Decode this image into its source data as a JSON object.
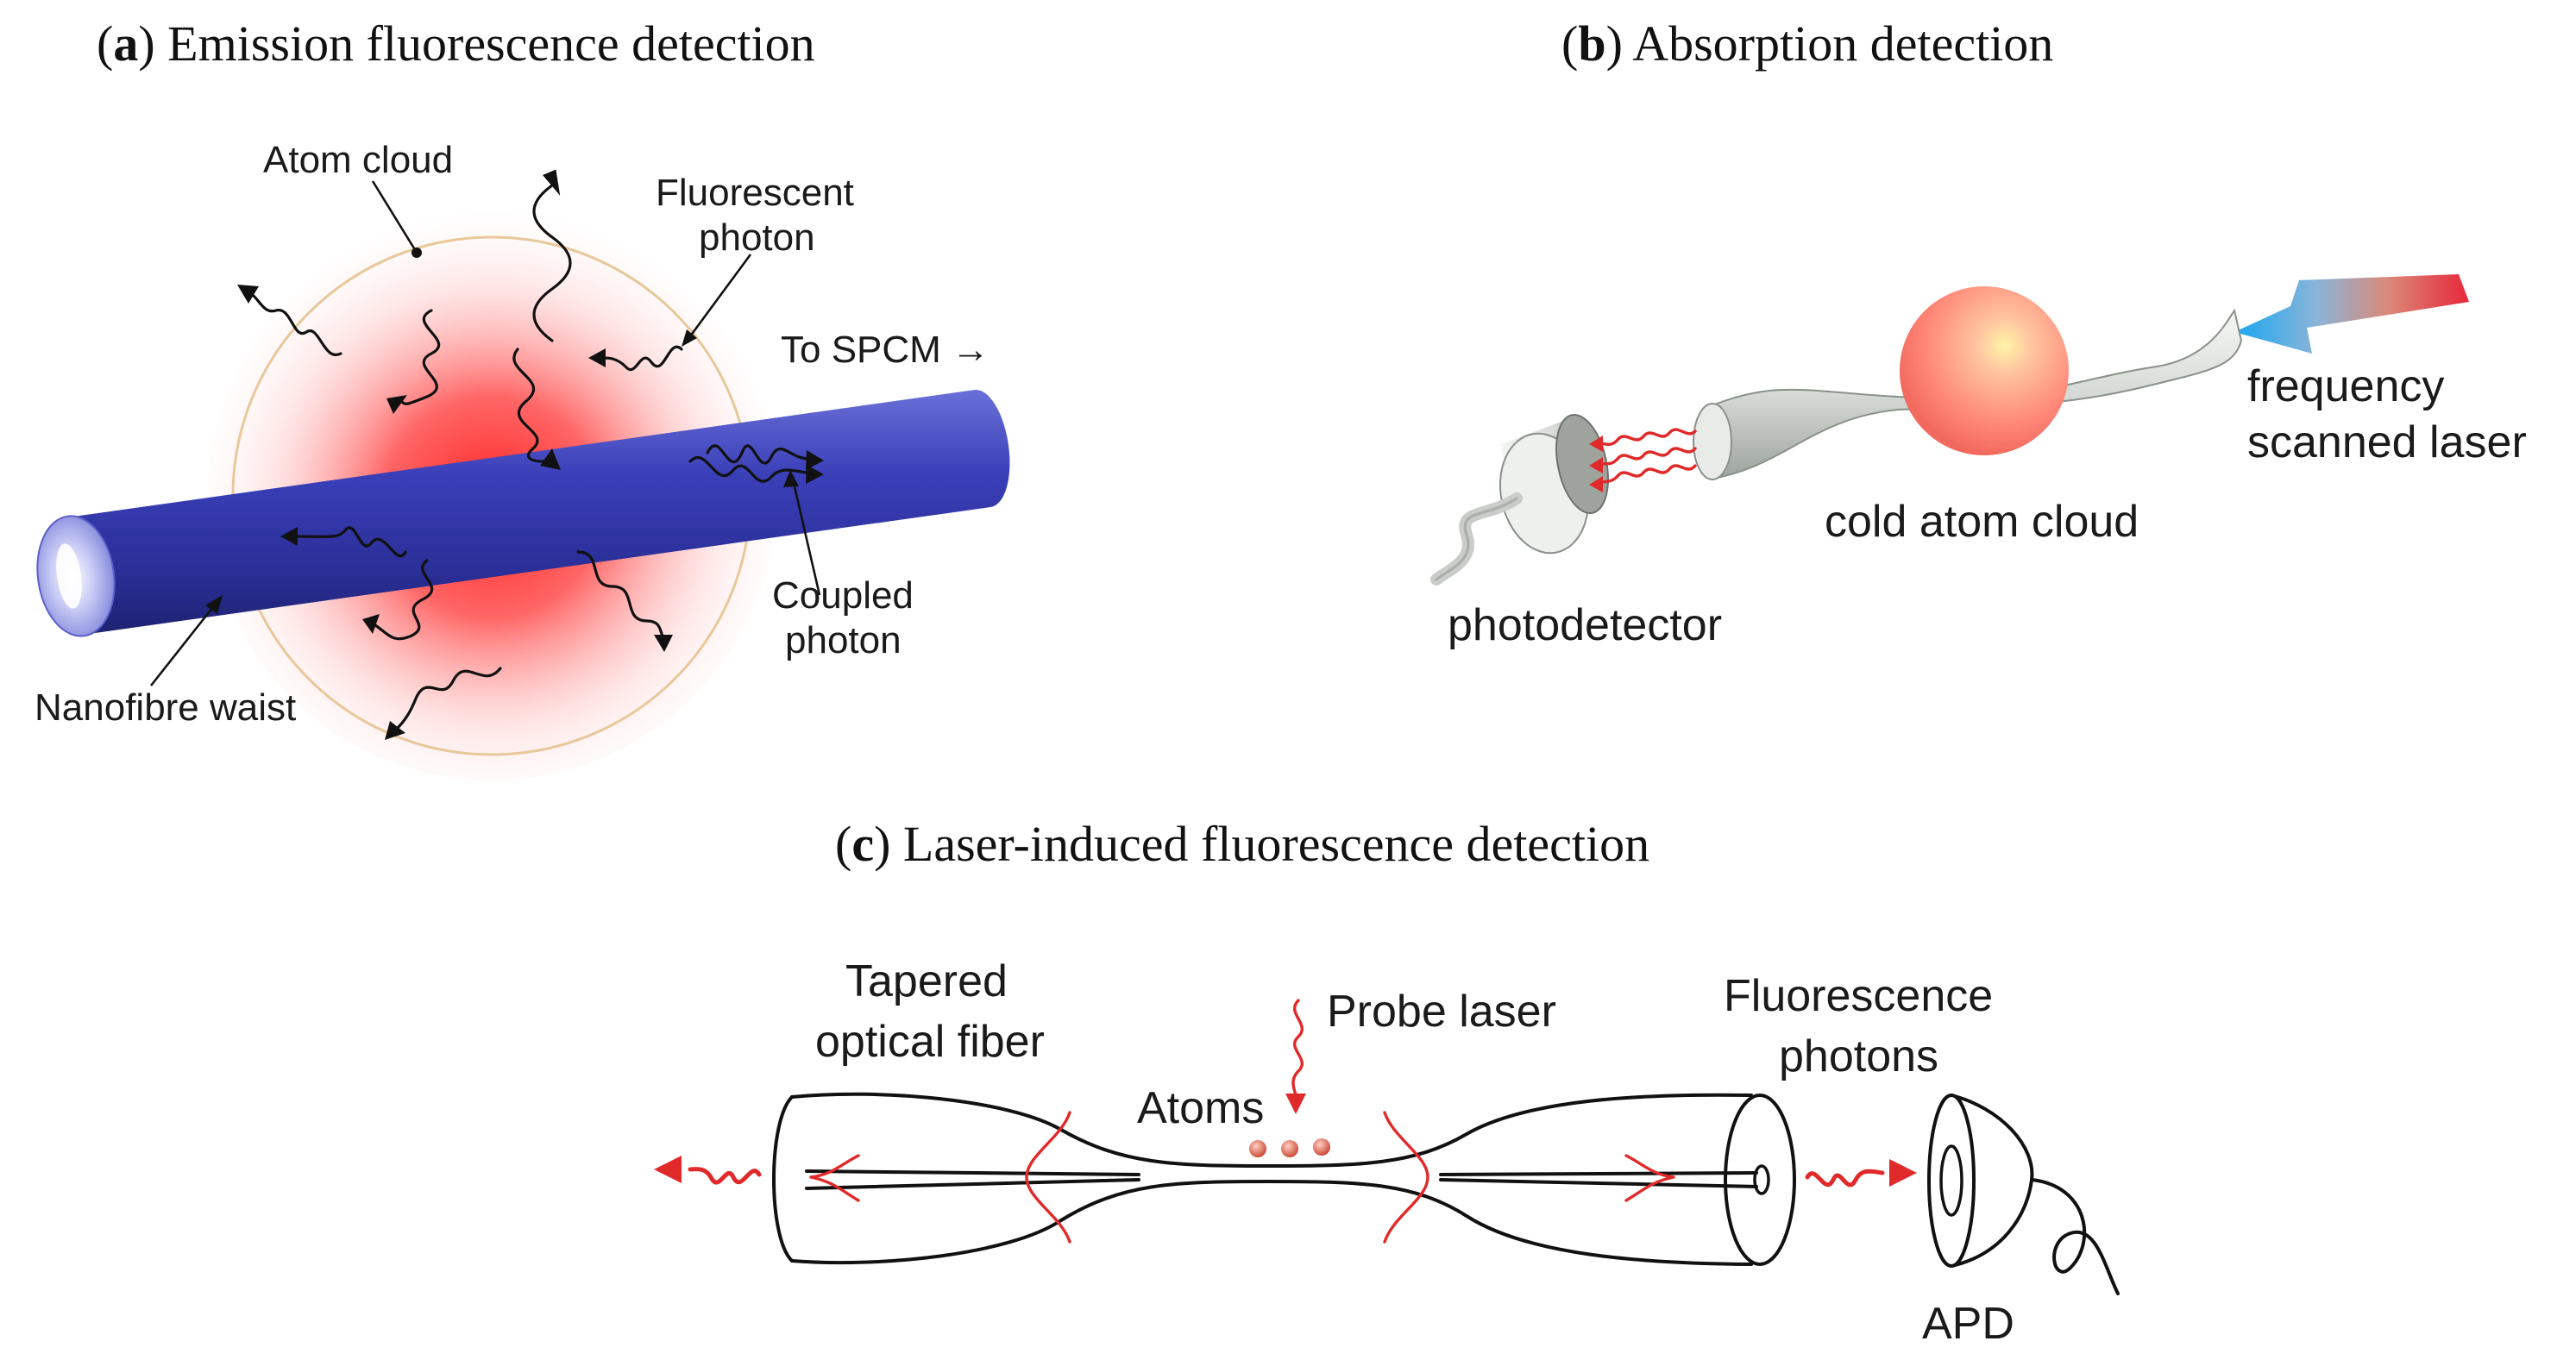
{
  "panel_a": {
    "tag": "a",
    "title": "Emission fluorescence detection",
    "labels": {
      "atom_cloud": "Atom cloud",
      "fluorescent_photon_1": "Fluorescent",
      "fluorescent_photon_2": "photon",
      "to_spcm": "To SPCM →",
      "coupled_photon_1": "Coupled",
      "coupled_photon_2": "photon",
      "nanofibre_waist": "Nanofibre waist"
    },
    "colors": {
      "fiber": "#3a3fb0",
      "cloud": "#ff2a2a",
      "cloud_outline": "#e8c89a"
    }
  },
  "panel_b": {
    "tag": "b",
    "title": "Absorption detection",
    "labels": {
      "frequency_1": "frequency",
      "frequency_2": "scanned laser",
      "cold_atom_cloud": "cold atom cloud",
      "photodetector": "photodetector"
    },
    "colors": {
      "laser_start": "#29b6f6",
      "laser_end": "#e53935",
      "cloud": "#ff8a7a"
    }
  },
  "panel_c": {
    "tag": "c",
    "title": "Laser-induced fluorescence detection",
    "labels": {
      "tapered_1": "Tapered",
      "tapered_2": "optical fiber",
      "probe_laser": "Probe laser",
      "atoms": "Atoms",
      "fluorescence_1": "Fluorescence",
      "fluorescence_2": "photons",
      "apd": "APD"
    },
    "colors": {
      "mode": "#e02a2a",
      "atoms": "#e0604a"
    }
  }
}
